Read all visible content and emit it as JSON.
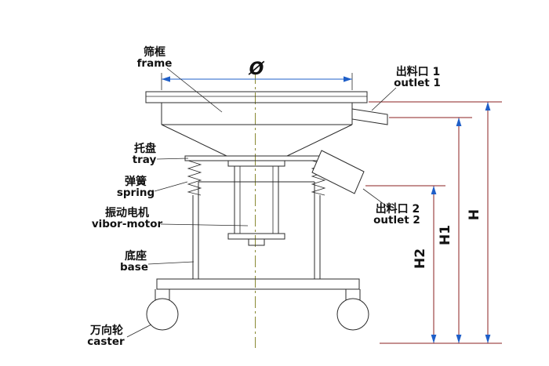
{
  "labels": {
    "frame": {
      "zh": "筛框",
      "en": "frame"
    },
    "outlet1": {
      "zh": "出料口 1",
      "en": "outlet 1"
    },
    "tray": {
      "zh": "托盘",
      "en": "tray"
    },
    "spring": {
      "zh": "弹簧",
      "en": "spring"
    },
    "motor": {
      "zh": "振动电机",
      "en": "vibor-motor"
    },
    "outlet2": {
      "zh": "出料口 2",
      "en": "outlet 2"
    },
    "base": {
      "zh": "底座",
      "en": "base"
    },
    "caster": {
      "zh": "万向轮",
      "en": "caster"
    }
  },
  "dimensions": {
    "diameter_symbol": "Ø",
    "height_total": "H",
    "height_outlet1": "H1",
    "height_outlet2": "H2"
  },
  "colors": {
    "line": "#2b2b2b",
    "dimension_blue": "#1f5fc8",
    "dimension_red": "#8b2020",
    "centerline_olive": "#7d7d1e",
    "background": "#ffffff"
  }
}
